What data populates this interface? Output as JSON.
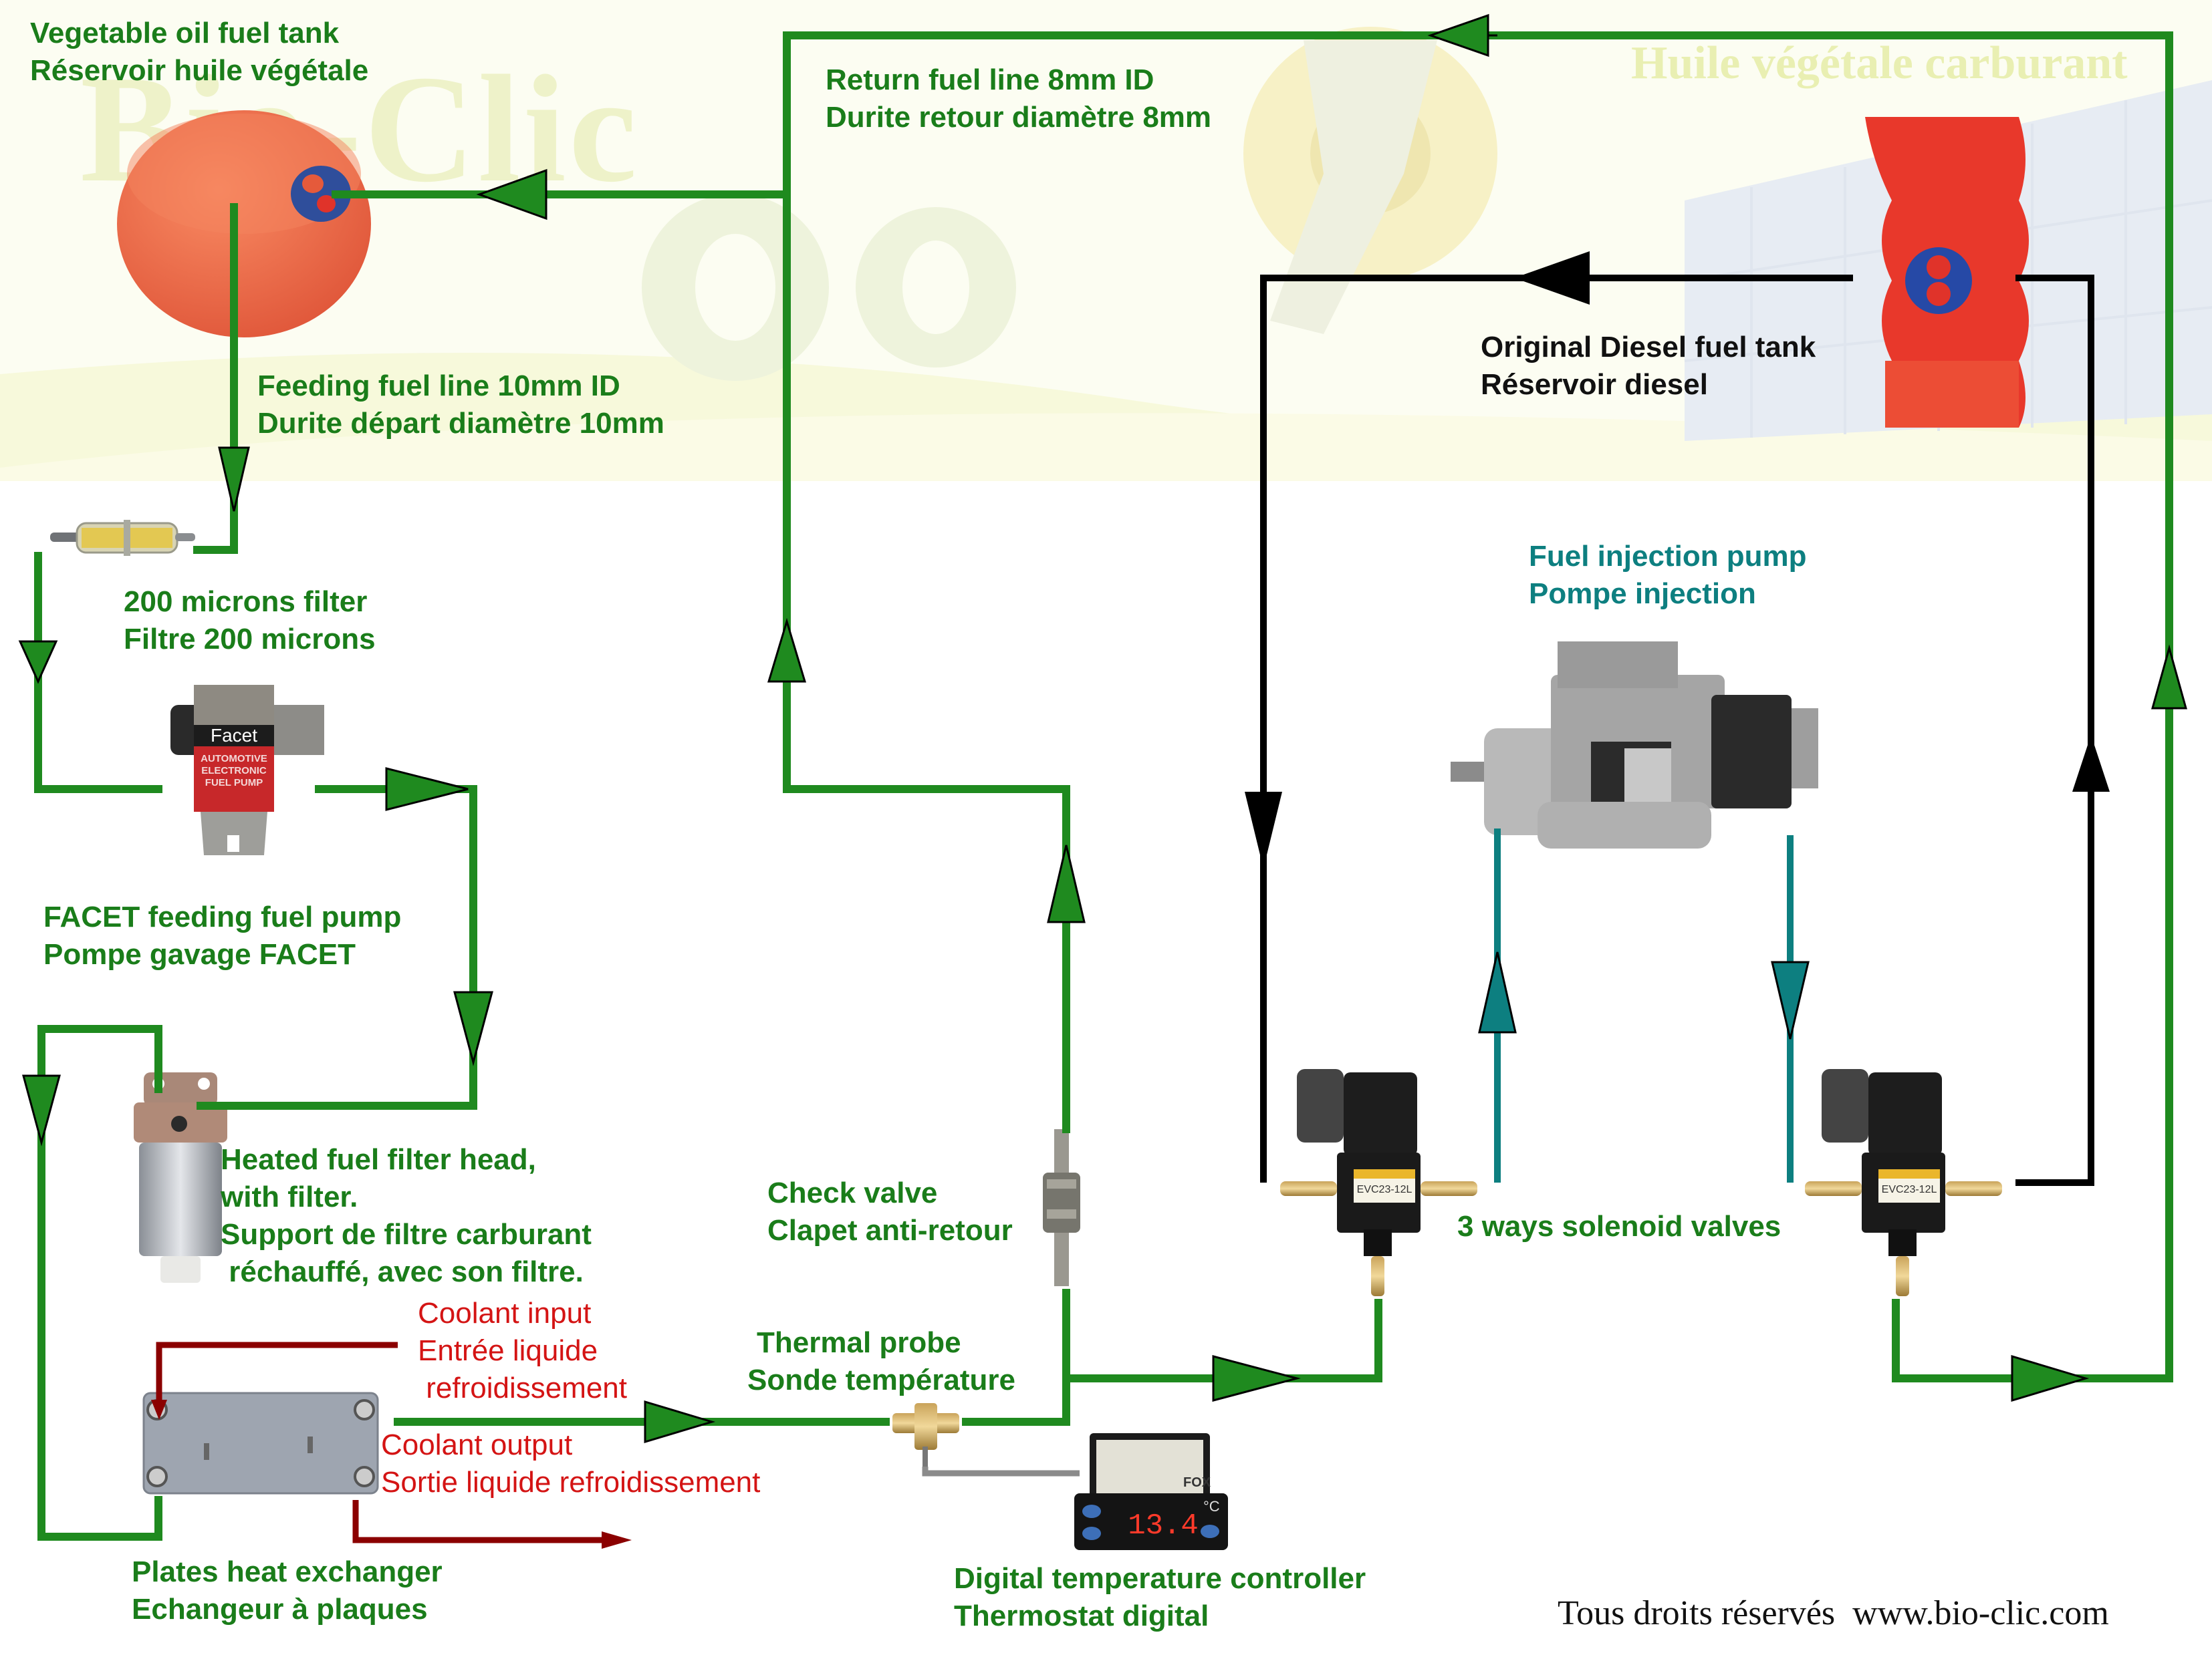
{
  "background": {
    "brand_watermark": "Bio-Clic",
    "slogan_watermark": "Huile végétale carburant"
  },
  "colors": {
    "fuel_line": "#1f8a1f",
    "diesel_line": "#000000",
    "injection_line": "#0d7f80",
    "coolant_line": "#8b0000",
    "label_green": "#1a7d1a",
    "label_red": "#d41414",
    "label_teal": "#0d7f80"
  },
  "labels": {
    "veg_tank": [
      "Vegetable oil fuel tank",
      "Réservoir huile végétale"
    ],
    "return_line": [
      "Return fuel line 8mm ID",
      "Durite retour diamètre 8mm"
    ],
    "feed_line": [
      "Feeding fuel line 10mm ID",
      "Durite départ diamètre 10mm"
    ],
    "diesel_tank": [
      "Original Diesel fuel tank",
      "Réservoir diesel"
    ],
    "filter_200": [
      "200 microns filter",
      "Filtre 200 microns"
    ],
    "injection_pump": [
      "Fuel injection pump",
      "Pompe injection"
    ],
    "facet_pump": [
      "FACET feeding fuel pump",
      "Pompe gavage FACET"
    ],
    "heated_filter": [
      "Heated fuel filter head,",
      "with filter.",
      "Support de filtre carburant",
      " réchauffé, avec son filtre."
    ],
    "check_valve": [
      "Check valve",
      "Clapet anti-retour"
    ],
    "solenoid_valves": [
      "3 ways solenoid valves"
    ],
    "coolant_input": [
      "Coolant input",
      "Entrée liquide",
      " refroidissement"
    ],
    "coolant_output": [
      "Coolant output",
      "Sortie liquide refroidissement"
    ],
    "thermal_probe": [
      "Thermal probe",
      "Sonde température"
    ],
    "heat_exchanger": [
      "Plates heat exchanger",
      "Echangeur à plaques"
    ],
    "temp_controller": [
      "Digital temperature controller",
      "Thermostat digital"
    ]
  },
  "components": {
    "facet_pump_label": [
      "Facet",
      "AUTOMOTIVE",
      "ELECTRONIC",
      "FUEL PUMP"
    ],
    "solenoid_model": "EVC23-12L",
    "thermostat_display": "13.4",
    "thermostat_unit": "°C",
    "thermostat_brand": "FOX"
  },
  "footer": {
    "copyright": "Tous droits réservés  www.bio-clic.com"
  }
}
